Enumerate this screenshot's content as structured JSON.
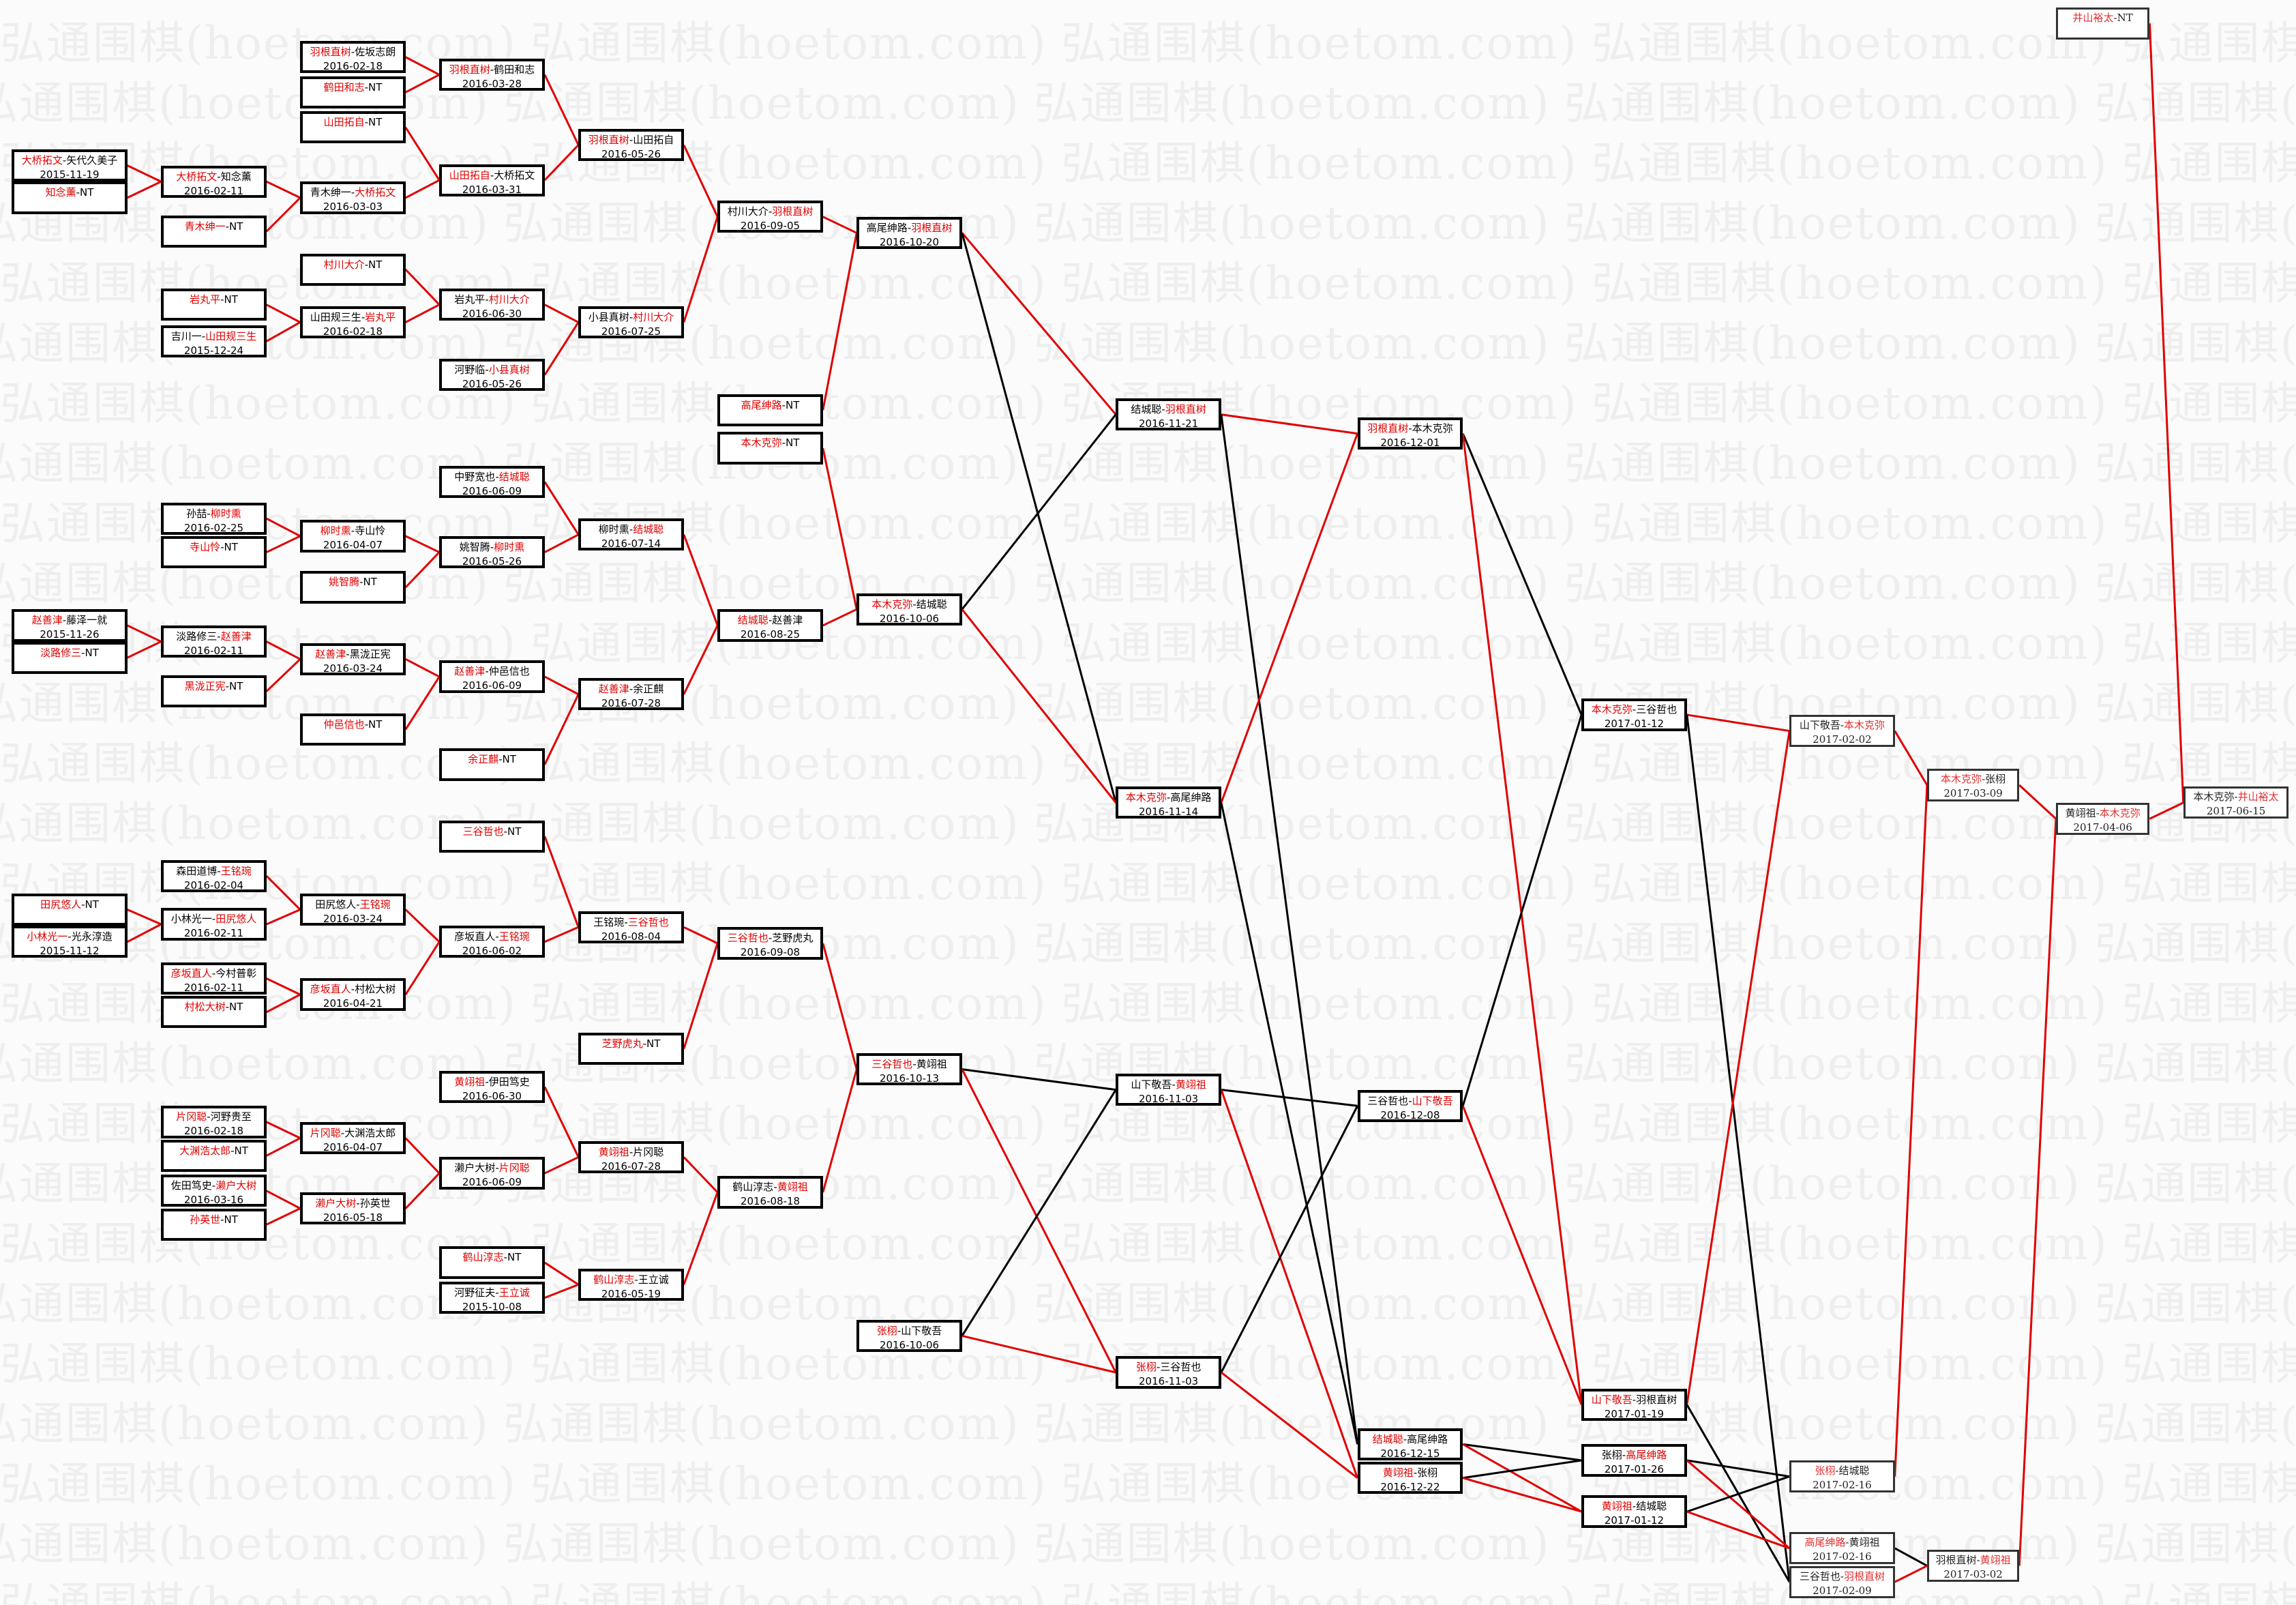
{
  "watermark": "弘通围棋(hoetom.com)",
  "matches": {
    "A1": {
      "p1": "大桥拓文",
      "p2": "矢代久美子",
      "date": "2015-11-19",
      "win": 1
    },
    "A2": {
      "p1": "知念薰",
      "p2": "NT",
      "date": "",
      "win": 1
    },
    "A3": {
      "p1": "赵善津",
      "p2": "藤泽一就",
      "date": "2015-11-26",
      "win": 1
    },
    "A4": {
      "p1": "淡路修三",
      "p2": "NT",
      "date": "",
      "win": 1
    },
    "A5": {
      "p1": "田尻悠人",
      "p2": "NT",
      "date": "",
      "win": 1
    },
    "A6": {
      "p1": "小林光一",
      "p2": "光永淳造",
      "date": "2015-11-12",
      "win": 1
    },
    "B1": {
      "p1": "大桥拓文",
      "p2": "知念薰",
      "date": "2016-02-11",
      "win": 1
    },
    "B2": {
      "p1": "青木绅一",
      "p2": "NT",
      "date": "",
      "win": 1
    },
    "B3": {
      "p1": "岩丸平",
      "p2": "NT",
      "date": "",
      "win": 1
    },
    "B4": {
      "p1": "吉川一",
      "p2": "山田规三生",
      "date": "2015-12-24",
      "win": 2
    },
    "B5": {
      "p1": "孙喆",
      "p2": "柳时熏",
      "date": "2016-02-25",
      "win": 2
    },
    "B6": {
      "p1": "寺山怜",
      "p2": "NT",
      "date": "",
      "win": 1
    },
    "B7": {
      "p1": "淡路修三",
      "p2": "赵善津",
      "date": "2016-02-11",
      "win": 2
    },
    "B8": {
      "p1": "黑泷正宪",
      "p2": "NT",
      "date": "",
      "win": 1
    },
    "B9": {
      "p1": "森田道博",
      "p2": "王铭琬",
      "date": "2016-02-04",
      "win": 2
    },
    "B10": {
      "p1": "小林光一",
      "p2": "田尻悠人",
      "date": "2016-02-11",
      "win": 2
    },
    "B11": {
      "p1": "彦坂直人",
      "p2": "今村普彰",
      "date": "2016-02-11",
      "win": 1
    },
    "B12": {
      "p1": "村松大树",
      "p2": "NT",
      "date": "",
      "win": 1
    },
    "B13": {
      "p1": "片冈聪",
      "p2": "河野贵至",
      "date": "2016-02-18",
      "win": 1
    },
    "B14": {
      "p1": "大渊浩太郎",
      "p2": "NT",
      "date": "",
      "win": 1
    },
    "B15": {
      "p1": "佐田笃史",
      "p2": "濑户大树",
      "date": "2016-03-16",
      "win": 2
    },
    "B16": {
      "p1": "孙英世",
      "p2": "NT",
      "date": "",
      "win": 1
    },
    "C1": {
      "p1": "羽根直树",
      "p2": "佐坂志朗",
      "date": "2016-02-18",
      "win": 1
    },
    "C2": {
      "p1": "鹤田和志",
      "p2": "NT",
      "date": "",
      "win": 1
    },
    "C3": {
      "p1": "山田拓自",
      "p2": "NT",
      "date": "",
      "win": 1
    },
    "C4": {
      "p1": "青木绅一",
      "p2": "大桥拓文",
      "date": "2016-03-03",
      "win": 2
    },
    "C5": {
      "p1": "村川大介",
      "p2": "NT",
      "date": "",
      "win": 1
    },
    "C6": {
      "p1": "山田规三生",
      "p2": "岩丸平",
      "date": "2016-02-18",
      "win": 2
    },
    "C7": {
      "p1": "柳时熏",
      "p2": "寺山怜",
      "date": "2016-04-07",
      "win": 1
    },
    "C8": {
      "p1": "姚智腾",
      "p2": "NT",
      "date": "",
      "win": 1
    },
    "C9": {
      "p1": "赵善津",
      "p2": "黑泷正宪",
      "date": "2016-03-24",
      "win": 1
    },
    "C10": {
      "p1": "仲邑信也",
      "p2": "NT",
      "date": "",
      "win": 1
    },
    "C11": {
      "p1": "田尻悠人",
      "p2": "王铭琬",
      "date": "2016-03-24",
      "win": 2
    },
    "C12": {
      "p1": "彦坂直人",
      "p2": "村松大树",
      "date": "2016-04-21",
      "win": 1
    },
    "C13": {
      "p1": "片冈聪",
      "p2": "大渊浩太郎",
      "date": "2016-04-07",
      "win": 1
    },
    "C14": {
      "p1": "濑户大树",
      "p2": "孙英世",
      "date": "2016-05-18",
      "win": 1
    },
    "D1": {
      "p1": "羽根直树",
      "p2": "鹤田和志",
      "date": "2016-03-28",
      "win": 1
    },
    "D2": {
      "p1": "山田拓自",
      "p2": "大桥拓文",
      "date": "2016-03-31",
      "win": 1
    },
    "D3": {
      "p1": "岩丸平",
      "p2": "村川大介",
      "date": "2016-06-30",
      "win": 2
    },
    "D4": {
      "p1": "河野临",
      "p2": "小县真树",
      "date": "2016-05-26",
      "win": 2
    },
    "D5": {
      "p1": "中野宽也",
      "p2": "结城聪",
      "date": "2016-06-09",
      "win": 2
    },
    "D6": {
      "p1": "姚智腾",
      "p2": "柳时熏",
      "date": "2016-05-26",
      "win": 2
    },
    "D7": {
      "p1": "赵善津",
      "p2": "仲邑信也",
      "date": "2016-06-09",
      "win": 1
    },
    "D8": {
      "p1": "余正麒",
      "p2": "NT",
      "date": "",
      "win": 1
    },
    "D9": {
      "p1": "三谷哲也",
      "p2": "NT",
      "date": "",
      "win": 1
    },
    "D10": {
      "p1": "彦坂直人",
      "p2": "王铭琬",
      "date": "2016-06-02",
      "win": 2
    },
    "D11": {
      "p1": "黄翊祖",
      "p2": "伊田笃史",
      "date": "2016-06-30",
      "win": 1
    },
    "D12": {
      "p1": "濑户大树",
      "p2": "片冈聪",
      "date": "2016-06-09",
      "win": 2
    },
    "D13": {
      "p1": "鹤山淳志",
      "p2": "NT",
      "date": "",
      "win": 1
    },
    "D14": {
      "p1": "河野征夫",
      "p2": "王立诚",
      "date": "2015-10-08",
      "win": 2
    },
    "E1": {
      "p1": "羽根直树",
      "p2": "山田拓自",
      "date": "2016-05-26",
      "win": 1
    },
    "E2": {
      "p1": "小县真树",
      "p2": "村川大介",
      "date": "2016-07-25",
      "win": 2
    },
    "E3": {
      "p1": "柳时熏",
      "p2": "结城聪",
      "date": "2016-07-14",
      "win": 2
    },
    "E4": {
      "p1": "赵善津",
      "p2": "余正麒",
      "date": "2016-07-28",
      "win": 1
    },
    "E5": {
      "p1": "王铭琬",
      "p2": "三谷哲也",
      "date": "2016-08-04",
      "win": 2
    },
    "E6": {
      "p1": "芝野虎丸",
      "p2": "NT",
      "date": "",
      "win": 1
    },
    "E7": {
      "p1": "黄翊祖",
      "p2": "片冈聪",
      "date": "2016-07-28",
      "win": 1
    },
    "E8": {
      "p1": "鹤山淳志",
      "p2": "王立诚",
      "date": "2016-05-19",
      "win": 1
    },
    "F1": {
      "p1": "村川大介",
      "p2": "羽根直树",
      "date": "2016-09-05",
      "win": 2
    },
    "F2": {
      "p1": "高尾绅路",
      "p2": "NT",
      "date": "",
      "win": 1
    },
    "F3": {
      "p1": "本木克弥",
      "p2": "NT",
      "date": "",
      "win": 1
    },
    "F4": {
      "p1": "结城聪",
      "p2": "赵善津",
      "date": "2016-08-25",
      "win": 1
    },
    "F5": {
      "p1": "三谷哲也",
      "p2": "芝野虎丸",
      "date": "2016-09-08",
      "win": 1
    },
    "F6": {
      "p1": "鹤山淳志",
      "p2": "黄翊祖",
      "date": "2016-08-18",
      "win": 2
    },
    "G1": {
      "p1": "高尾绅路",
      "p2": "羽根直树",
      "date": "2016-10-20",
      "win": 2
    },
    "G2": {
      "p1": "本木克弥",
      "p2": "结城聪",
      "date": "2016-10-06",
      "win": 1
    },
    "G3": {
      "p1": "三谷哲也",
      "p2": "黄翊祖",
      "date": "2016-10-13",
      "win": 1
    },
    "G4": {
      "p1": "张栩",
      "p2": "山下敬吾",
      "date": "2016-10-06",
      "win": 1
    },
    "H1": {
      "p1": "结城聪",
      "p2": "羽根直树",
      "date": "2016-11-21",
      "win": 2
    },
    "H2": {
      "p1": "本木克弥",
      "p2": "高尾绅路",
      "date": "2016-11-14",
      "win": 1
    },
    "H3": {
      "p1": "山下敬吾",
      "p2": "黄翊祖",
      "date": "2016-11-03",
      "win": 2
    },
    "H4": {
      "p1": "张栩",
      "p2": "三谷哲也",
      "date": "2016-11-03",
      "win": 1
    },
    "I1": {
      "p1": "羽根直树",
      "p2": "本木克弥",
      "date": "2016-12-01",
      "win": 1
    },
    "I2": {
      "p1": "三谷哲也",
      "p2": "山下敬吾",
      "date": "2016-12-08",
      "win": 2
    },
    "I3": {
      "p1": "结城聪",
      "p2": "高尾绅路",
      "date": "2016-12-15",
      "win": 1
    },
    "I4": {
      "p1": "黄翊祖",
      "p2": "张栩",
      "date": "2016-12-22",
      "win": 1
    },
    "J1": {
      "p1": "本木克弥",
      "p2": "三谷哲也",
      "date": "2017-01-12",
      "win": 1
    },
    "J2": {
      "p1": "山下敬吾",
      "p2": "羽根直树",
      "date": "2017-01-19",
      "win": 1
    },
    "J3": {
      "p1": "张栩",
      "p2": "高尾绅路",
      "date": "2017-01-26",
      "win": 2
    },
    "J4": {
      "p1": "黄翊祖",
      "p2": "结城聪",
      "date": "2017-01-12",
      "win": 1
    },
    "K1": {
      "p1": "山下敬吾",
      "p2": "本木克弥",
      "date": "2017-02-02",
      "win": 2
    },
    "K2": {
      "p1": "张栩",
      "p2": "结城聪",
      "date": "2017-02-16",
      "win": 1
    },
    "K3": {
      "p1": "高尾绅路",
      "p2": "黄翊祖",
      "date": "2017-02-16",
      "win": 1
    },
    "K4": {
      "p1": "三谷哲也",
      "p2": "羽根直树",
      "date": "2017-02-09",
      "win": 2
    },
    "L1": {
      "p1": "本木克弥",
      "p2": "张栩",
      "date": "2017-03-09",
      "win": 1
    },
    "L2": {
      "p1": "羽根直树",
      "p2": "黄翊祖",
      "date": "2017-03-02",
      "win": 2
    },
    "M0": {
      "p1": "井山裕太",
      "p2": "NT",
      "date": "",
      "win": 1
    },
    "M1": {
      "p1": "黄翊祖",
      "p2": "本木克弥",
      "date": "2017-04-06",
      "win": 2
    },
    "N1": {
      "p1": "本木克弥",
      "p2": "井山裕太",
      "date": "2017-06-15",
      "win": 2
    }
  },
  "colors": {
    "winner": "#e00000",
    "loser_line": "#000000",
    "win_line": "#e00000"
  }
}
